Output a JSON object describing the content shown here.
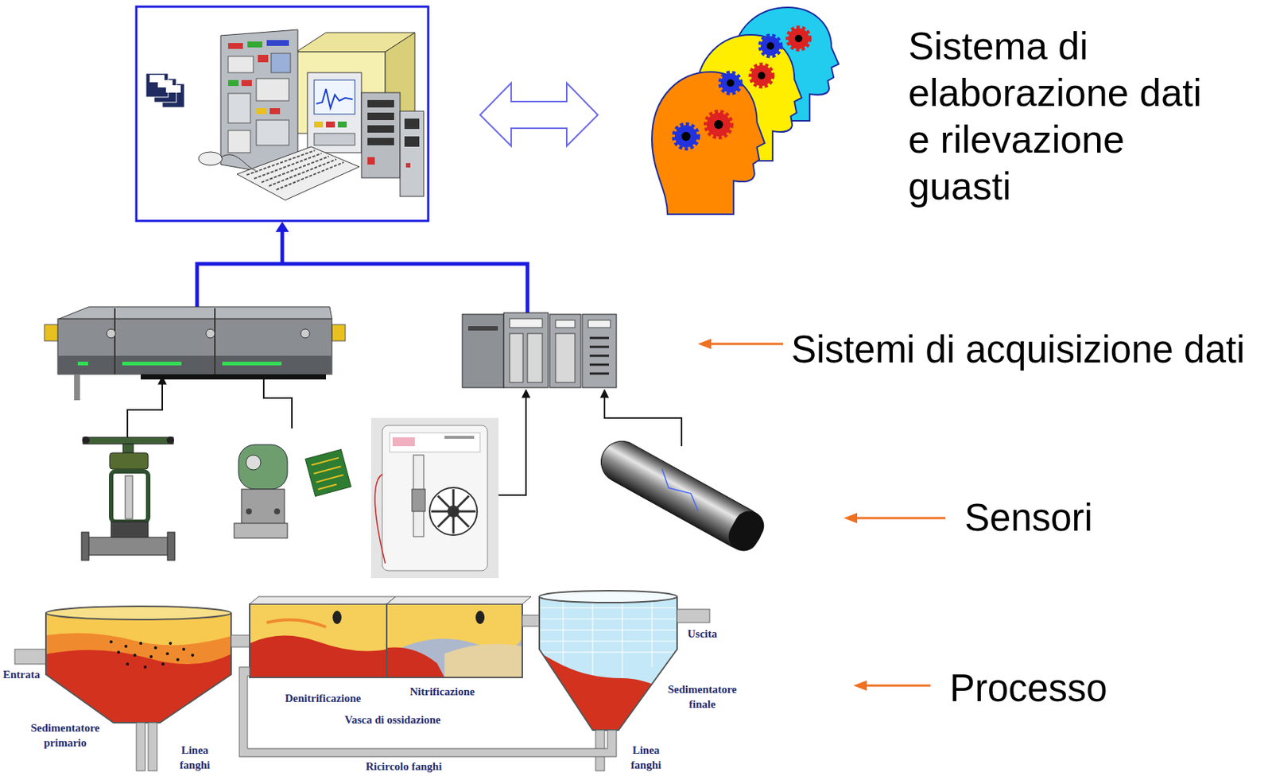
{
  "diagram": {
    "labels": [
      "Sistema di elaborazione dati e rilevazione guasti",
      "Sistemi di acquisizione dati",
      "Sensori",
      "Entrata",
      "Uscita",
      "Denitrificazione",
      "Nitrificazione",
      "Sedimentatore finale",
      "Processo",
      "Vasca di ossidazione",
      "Sedimentatore primario",
      "Linea fanghi",
      "Ricircolo fanghi",
      "Linea fanghi"
    ]
  }
}
